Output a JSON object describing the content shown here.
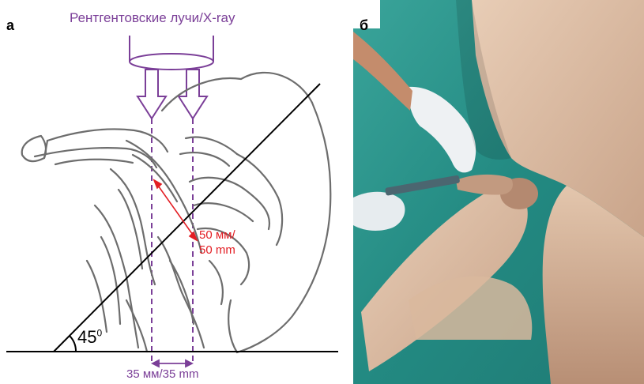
{
  "panel_a": {
    "letter": "а",
    "xray_label": "Рентгентовские лучи/X-ray",
    "distance_label_line1": "50 мм/",
    "distance_label_line2": "50 mm",
    "angle_label": "45",
    "angle_sup": "0",
    "width_label": "35 мм/35 mm"
  },
  "panel_b": {
    "letter": "б"
  },
  "colors": {
    "purple": "#7b3f98",
    "red": "#e31e24",
    "sketch": "#6d6d6d",
    "drape": "#2a8f86"
  }
}
